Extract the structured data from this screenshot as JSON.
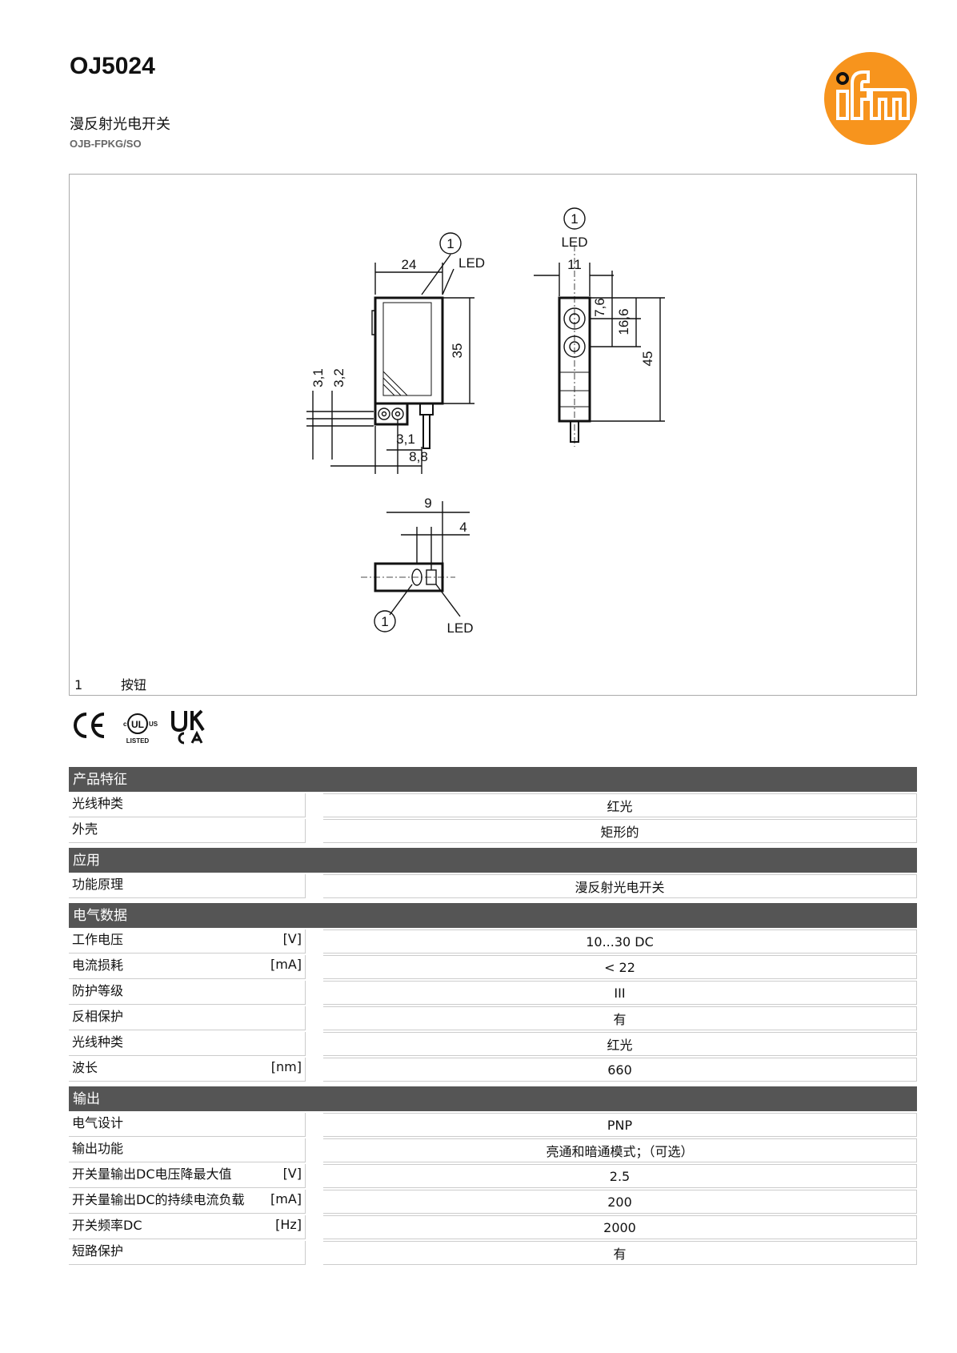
{
  "header": {
    "title": "OJ5024",
    "subtitle": "漫反射光电开关",
    "code": "OJB-FPKG/SO",
    "logo_text": "ifm",
    "brand_color": "#f7941d"
  },
  "drawing": {
    "labels": {
      "led": "LED",
      "callout": "1",
      "d24": "24",
      "d35": "35",
      "d31a": "3,1",
      "d32": "3,2",
      "d31b": "3,1",
      "d88": "8,8",
      "d11": "11",
      "d76": "7,6",
      "d166": "16,6",
      "d45": "45",
      "d9": "9",
      "d4": "4"
    },
    "legend": {
      "num": "1",
      "text": "按钮"
    }
  },
  "certifications": [
    "CE",
    "cULus LISTED",
    "UKCA"
  ],
  "specs": [
    {
      "title": "产品特征",
      "rows": [
        {
          "label": "光线种类",
          "unit": "",
          "value": "红光"
        },
        {
          "label": "外壳",
          "unit": "",
          "value": "矩形的"
        }
      ]
    },
    {
      "title": "应用",
      "rows": [
        {
          "label": "功能原理",
          "unit": "",
          "value": "漫反射光电开关"
        }
      ]
    },
    {
      "title": "电气数据",
      "rows": [
        {
          "label": "工作电压",
          "unit": "[V]",
          "value": "10...30 DC"
        },
        {
          "label": "电流损耗",
          "unit": "[mA]",
          "value": "< 22"
        },
        {
          "label": "防护等级",
          "unit": "",
          "value": "III"
        },
        {
          "label": "反相保护",
          "unit": "",
          "value": "有"
        },
        {
          "label": "光线种类",
          "unit": "",
          "value": "红光"
        },
        {
          "label": "波长",
          "unit": "[nm]",
          "value": "660"
        }
      ]
    },
    {
      "title": "输出",
      "rows": [
        {
          "label": "电气设计",
          "unit": "",
          "value": "PNP"
        },
        {
          "label": "输出功能",
          "unit": "",
          "value": "亮通和暗通模式；（可选）"
        },
        {
          "label": "开关量输出DC电压降最大值",
          "unit": "[V]",
          "value": "2.5"
        },
        {
          "label": "开关量输出DC的持续电流负载",
          "unit": "[mA]",
          "value": "200"
        },
        {
          "label": "开关频率DC",
          "unit": "[Hz]",
          "value": "2000"
        },
        {
          "label": "短路保护",
          "unit": "",
          "value": "有"
        }
      ]
    }
  ]
}
